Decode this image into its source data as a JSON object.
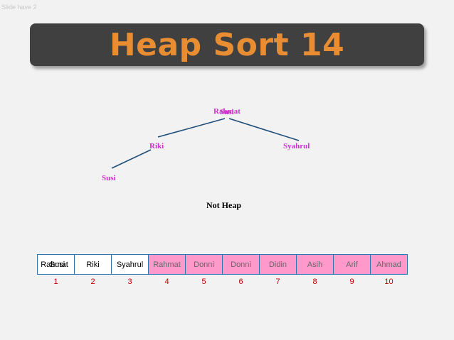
{
  "slide_label": "Slide have 2",
  "title": "Heap Sort 14",
  "status": "Not Heap",
  "tree": {
    "root_labels": [
      "Rahmat",
      "Susi"
    ],
    "left": "Riki",
    "right": "Syahrul",
    "left_left": "Susi"
  },
  "array": [
    {
      "labels": [
        "Rahmat",
        "Susi"
      ],
      "index": "1",
      "state": "active"
    },
    {
      "labels": [
        "Riki"
      ],
      "index": "2",
      "state": "active"
    },
    {
      "labels": [
        "Syahrul"
      ],
      "index": "3",
      "state": "active"
    },
    {
      "labels": [
        "Rahmat"
      ],
      "index": "4",
      "state": "sorted"
    },
    {
      "labels": [
        "Donni"
      ],
      "index": "5",
      "state": "sorted"
    },
    {
      "labels": [
        "Donni"
      ],
      "index": "6",
      "state": "sorted"
    },
    {
      "labels": [
        "Didin"
      ],
      "index": "7",
      "state": "sorted"
    },
    {
      "labels": [
        "Asih"
      ],
      "index": "8",
      "state": "sorted"
    },
    {
      "labels": [
        "Arif"
      ],
      "index": "9",
      "state": "sorted"
    },
    {
      "labels": [
        "Ahmad"
      ],
      "index": "10",
      "state": "sorted"
    }
  ],
  "colors": {
    "title_bg": "#404040",
    "title_text": "#e98d33",
    "node_text": "#cc33cc",
    "edge": "#1f4e79",
    "cell_border": "#2e75b6",
    "sorted_fill": "#ff99cc",
    "index_text": "#c00000"
  }
}
